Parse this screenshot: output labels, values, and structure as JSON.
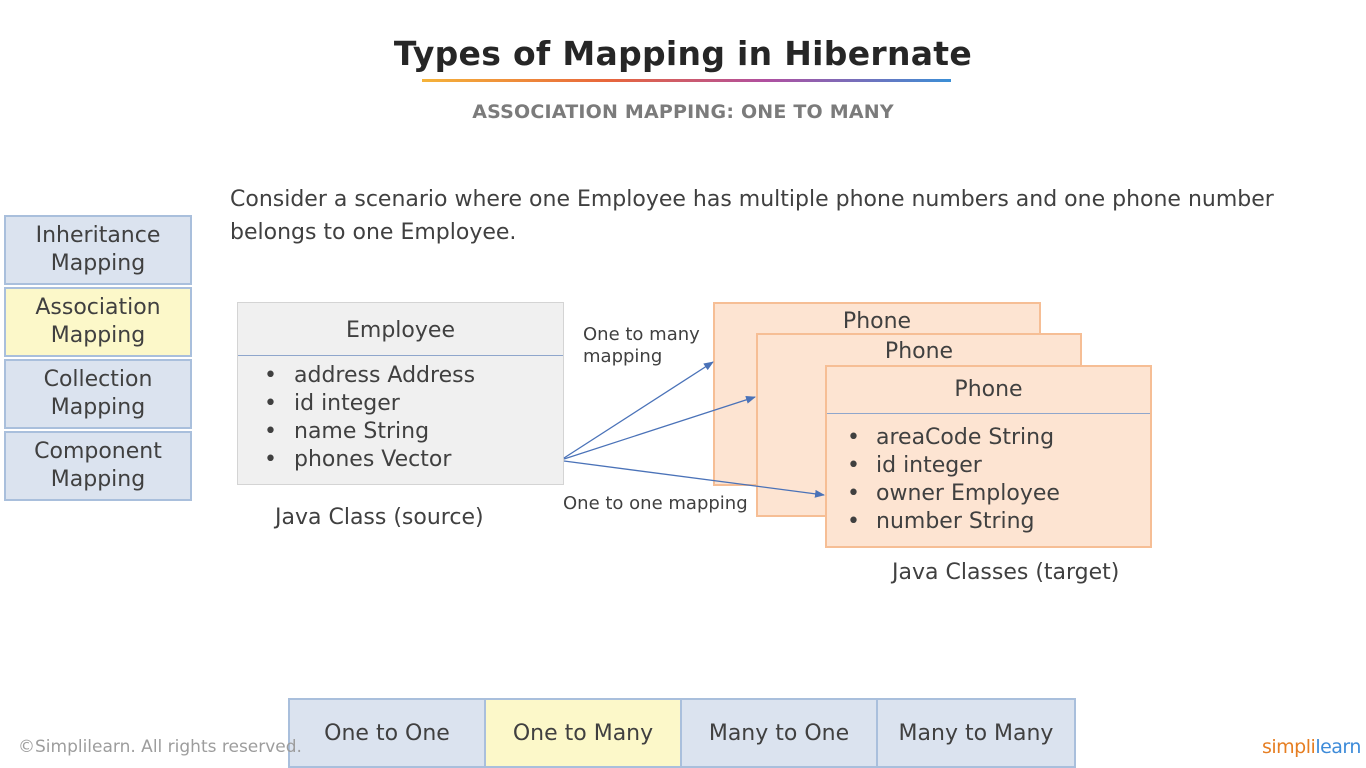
{
  "slide": {
    "title": "Types of Mapping in Hibernate",
    "subtitle": "ASSOCIATION MAPPING: ONE TO MANY",
    "intro": "Consider a scenario where one Employee has multiple phone numbers and one phone number belongs to one Employee."
  },
  "side_tabs": [
    {
      "label": "Inheritance Mapping",
      "active": false
    },
    {
      "label": "Association Mapping",
      "active": true
    },
    {
      "label": "Collection Mapping",
      "active": false
    },
    {
      "label": "Component Mapping",
      "active": false
    }
  ],
  "diagram": {
    "source": {
      "name": "Employee",
      "fields": [
        "address Address",
        "id integer",
        "name String",
        "phones Vector"
      ],
      "caption": "Java Class (source)"
    },
    "targets": {
      "back1_name": "Phone",
      "back2_name": "Phone",
      "front_name": "Phone",
      "fields": [
        "areaCode String",
        "id integer",
        "owner Employee",
        "number String"
      ],
      "caption": "Java Classes (target)"
    },
    "arrows": {
      "one_to_many": "One to many mapping",
      "one_to_one": "One to one mapping"
    }
  },
  "bottom_tabs": [
    {
      "label": "One to One",
      "active": false
    },
    {
      "label": "One to Many",
      "active": true
    },
    {
      "label": "Many to One",
      "active": false
    },
    {
      "label": "Many to Many",
      "active": false
    }
  ],
  "footer": {
    "copyright": "©Simplilearn. All rights reserved.",
    "brand_simpli": "simpl",
    "brand_i": "i",
    "brand_learn": "learn"
  },
  "colors": {
    "tab_active": "#fcf8c9",
    "tab_inactive": "#dbe3ef",
    "tab_border": "#a9bfdc",
    "phone_fill": "#fde4d2",
    "phone_border": "#f6be95",
    "arrow": "#4a72b8",
    "brand_orange": "#e67e22",
    "brand_blue": "#3d8bd9"
  }
}
